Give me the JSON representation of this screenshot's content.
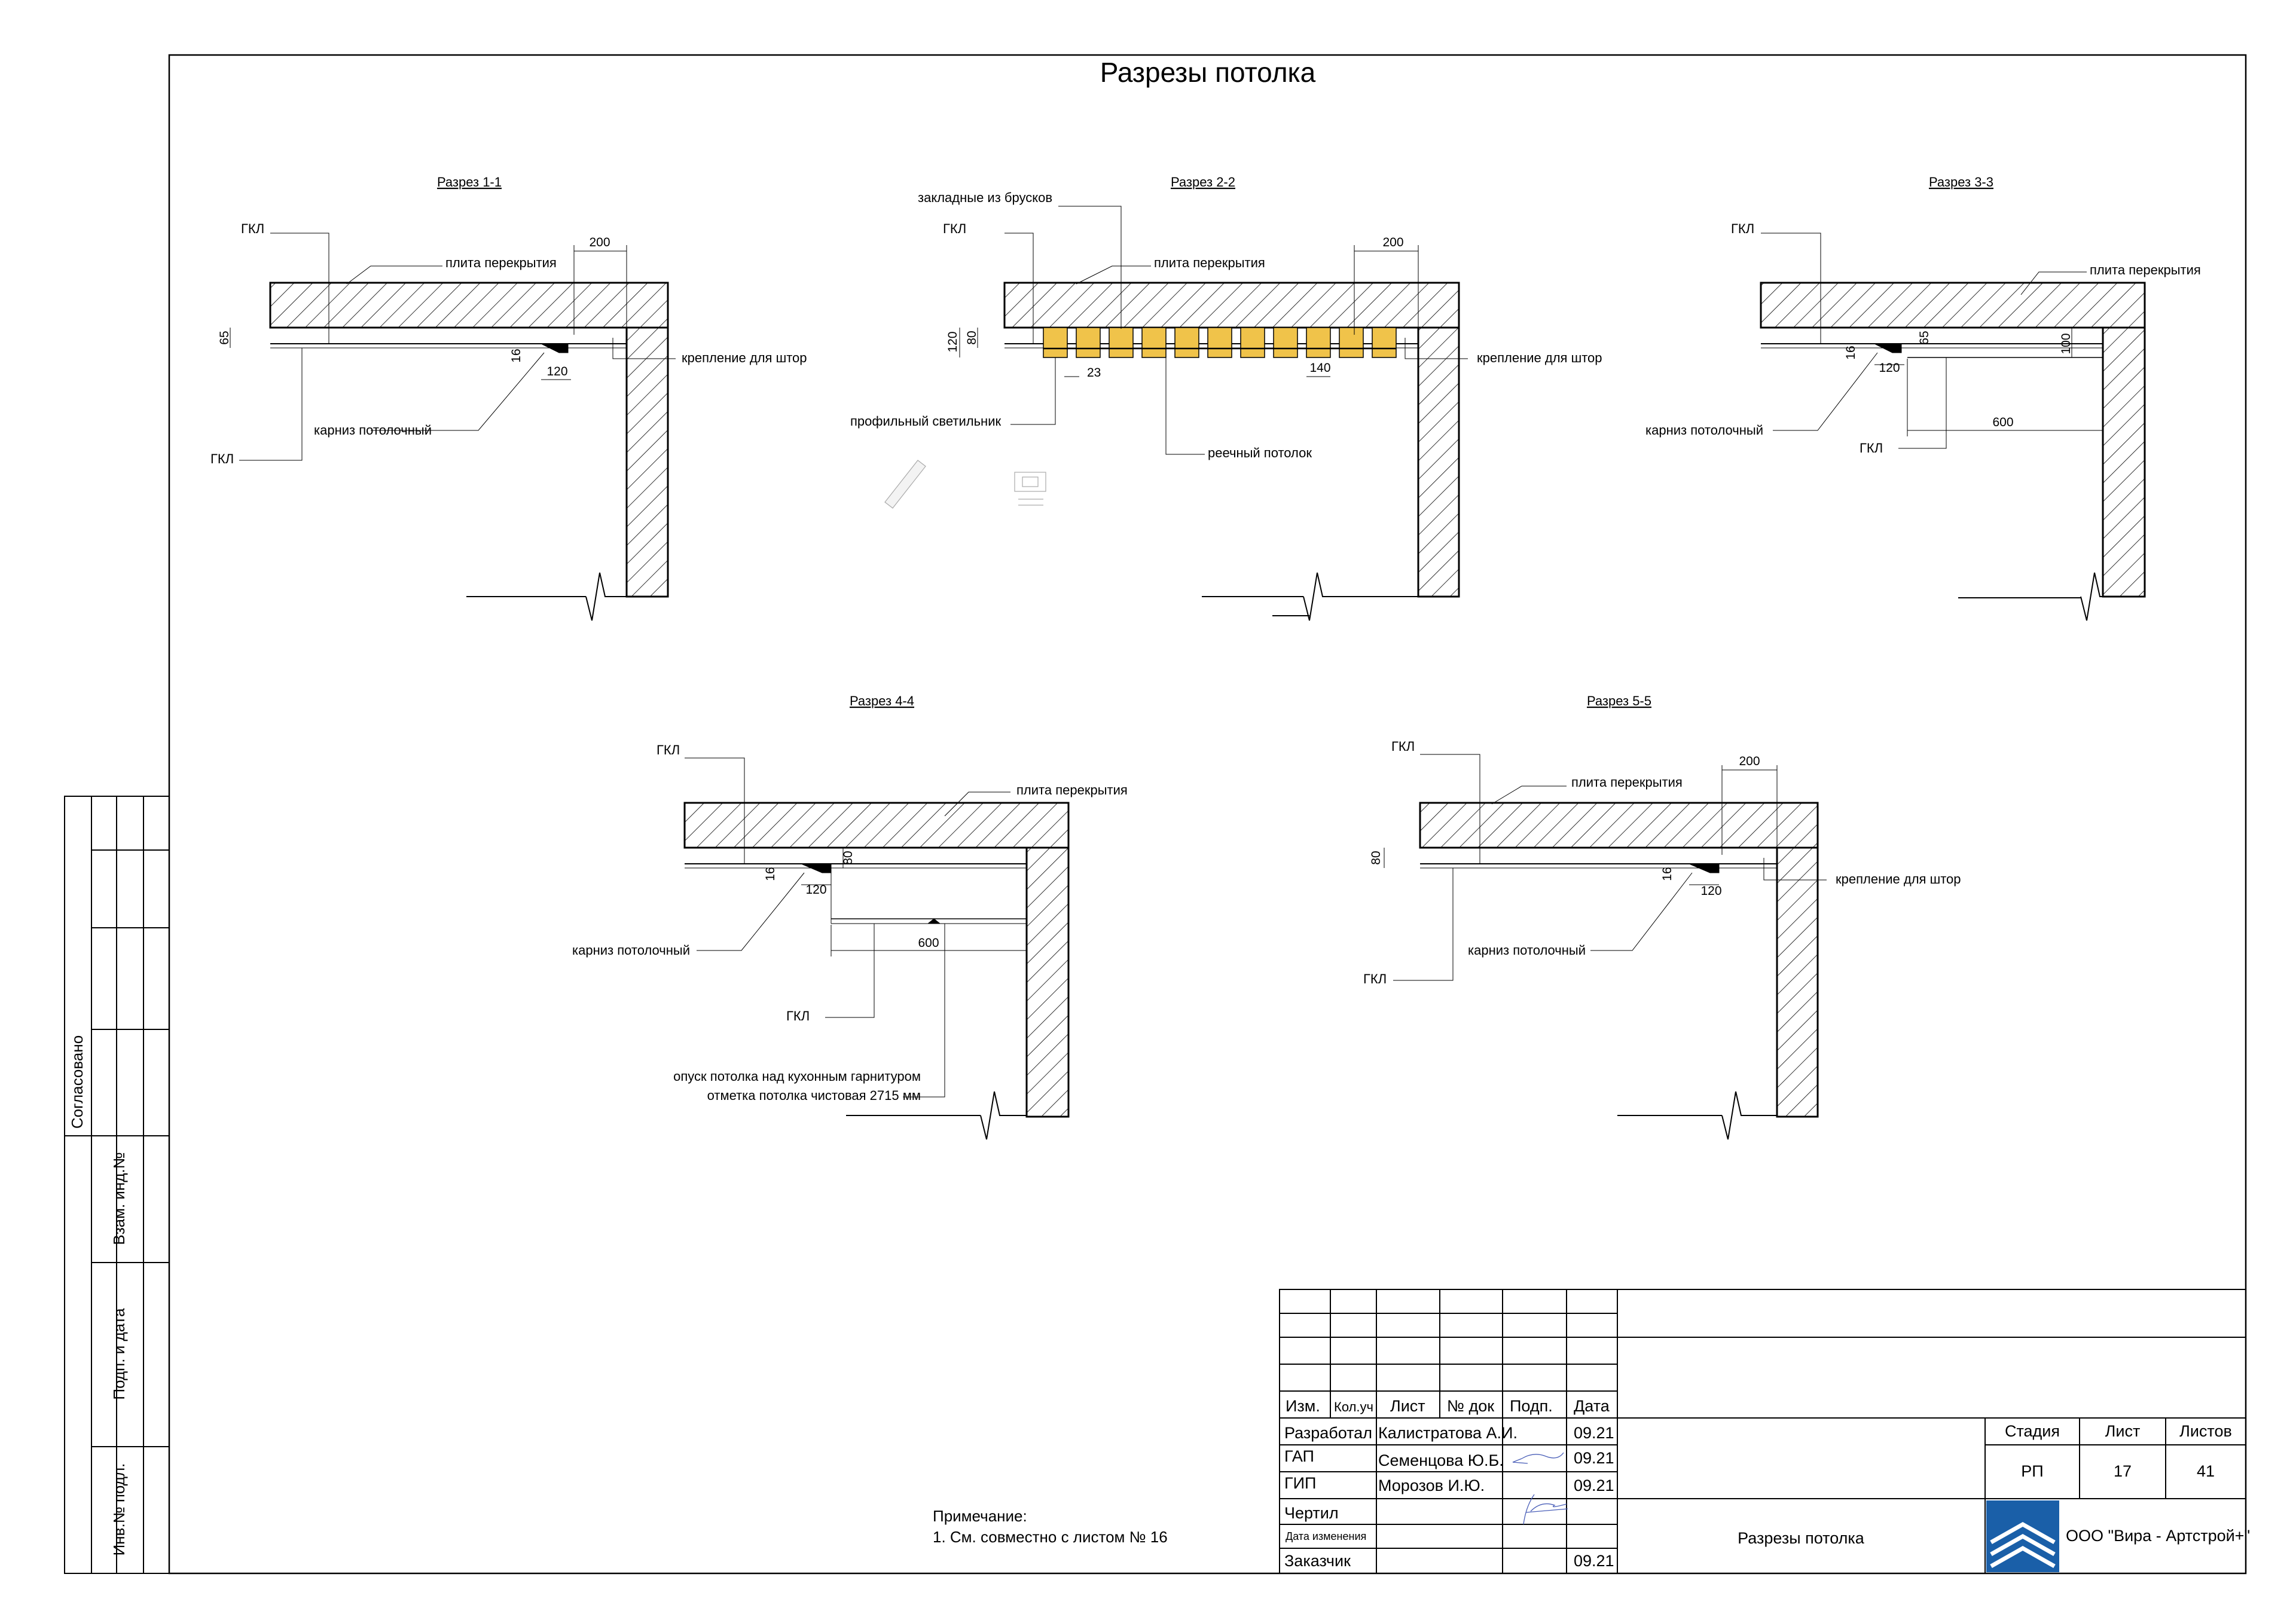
{
  "sheet_title": "Разрезы потолка",
  "sections": {
    "s1": {
      "title": "Разрез 1-1",
      "gkl_top": "ГКЛ",
      "slab": "плита перекрытия",
      "dim_200": "200",
      "dim_65": "65",
      "dim_16": "16",
      "dim_120": "120",
      "curtain": "крепление для штор",
      "cornice": "карниз потолочный",
      "gkl_bottom": "ГКЛ"
    },
    "s2": {
      "title": "Разрез 2-2",
      "bars": "закладные из брусков",
      "gkl_top": "ГКЛ",
      "slab": "плита перекрытия",
      "dim_200": "200",
      "dim_120": "120",
      "dim_80": "80",
      "dim_140": "140",
      "dim_23": "23",
      "curtain": "крепление для штор",
      "lamp": "профильный светильник",
      "rail": "реечный потолок"
    },
    "s3": {
      "title": "Разрез 3-3",
      "gkl_top": "ГКЛ",
      "slab": "плита перекрытия",
      "dim_16": "16",
      "dim_65": "65",
      "dim_100": "100",
      "dim_120": "120",
      "dim_600": "600",
      "cornice": "карниз потолочный",
      "gkl_bottom": "ГКЛ"
    },
    "s4": {
      "title": "Разрез 4-4",
      "gkl_top": "ГКЛ",
      "slab": "плита перекрытия",
      "dim_80": "80",
      "dim_16": "16",
      "dim_120": "120",
      "dim_600": "600",
      "cornice": "карниз потолочный",
      "gkl_bottom": "ГКЛ",
      "drop_line1": "опуск потолка над кухонным гарнитуром",
      "drop_line2": "отметка потолка чистовая 2715 мм"
    },
    "s5": {
      "title": "Разрез 5-5",
      "gkl_top": "ГКЛ",
      "slab": "плита перекрытия",
      "dim_200": "200",
      "dim_80": "80",
      "dim_16": "16",
      "dim_120": "120",
      "curtain": "крепление для штор",
      "cornice": "карниз потолочный",
      "gkl_bottom": "ГКЛ"
    }
  },
  "side_stamp": {
    "agreed": "Согласовано",
    "vzam": "Взам. инд.№",
    "podp": "Подп. и дата",
    "inv": "Инв.№ подл."
  },
  "note": {
    "title": "Примечание:",
    "line1": "1. См. совместно с листом № 16"
  },
  "title_block": {
    "col_izm": "Изм.",
    "col_kol": "Кол.уч",
    "col_list": "Лист",
    "col_doc": "№ док",
    "col_podp": "Подп.",
    "col_date": "Дата",
    "roles": [
      "Разработал",
      "ГАП",
      "ГИП",
      "Чертил",
      "Дата изменения",
      "Заказчик"
    ],
    "names": [
      "Калистратова А.И.",
      "Семенцова Ю.Б.",
      "Морозов И.Ю."
    ],
    "dates": [
      "09.21",
      "09.21",
      "09.21",
      "09.21"
    ],
    "stage_label": "Стадия",
    "sheet_label": "Лист",
    "sheets_label": "Листов",
    "stage": "РП",
    "sheet_no": "17",
    "sheets_total": "41",
    "drawing_name": "Разрезы потолка",
    "company": "ООО \"Вира - Артстрой+\"",
    "logo_color": "#1a5fa8"
  }
}
